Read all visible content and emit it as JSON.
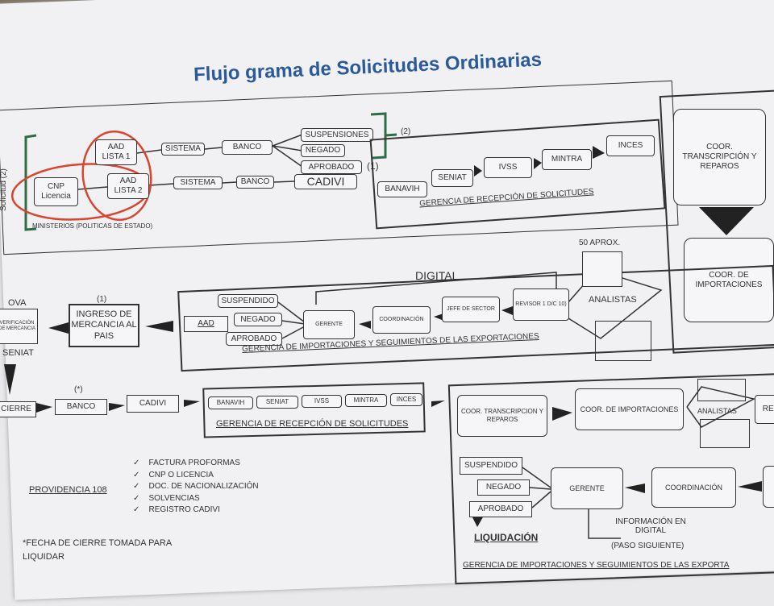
{
  "title": "Flujo grama de Solicitudes Ordinarias",
  "top": {
    "side_label": "Solicitud (2)",
    "ministerios": "MINISTERIOS (POLITICAS DE ESTADO)",
    "cnp": "CNP Licencia",
    "aad1": "AAD LISTA 1",
    "aad2": "AAD LISTA 2",
    "sistema": "SISTEMA",
    "banco": "BANCO",
    "suspensiones": "SUSPENSIONES",
    "negado": "NEGADO",
    "aprobado": "APROBADO",
    "mark1": "(1)",
    "mark2": "(2)",
    "cadivi": "CADIVI"
  },
  "recepcion1": {
    "items": [
      "BANAVIH",
      "SENIAT",
      "IVSS",
      "MINTRA",
      "INCES"
    ],
    "label": "GERENCIA DE RECEPCIÓN DE SOLICITUDES"
  },
  "right": {
    "coor_trans": "COOR. TRANSCRIPCIÓN Y REPAROS",
    "coor_imp": "COOR. DE IMPORTACIONES"
  },
  "middle": {
    "aprox": "50 APROX.",
    "analistas": "ANALISTAS",
    "revisor": "REVISOR 1 D/C 10)",
    "jefe": "JEFE DE SECTOR",
    "coordinacion": "COORDINACIÓN",
    "gerente": "GERENTE",
    "digital": "DIGITAL",
    "suspendido": "SUSPENDIDO",
    "negado": "NEGADO",
    "aprobado": "APROBADO",
    "aad": "AAD",
    "label": "GERENCIA DE IMPORTACIONES Y SEGUIMIENTOS DE LAS EXPORTACIONES"
  },
  "left": {
    "ova": "OVA",
    "verificacion": "VERIFICACIÓN DE MERCANCIA",
    "seniat": "SENIAT",
    "mark": "(1)",
    "ingreso": "INGRESO DE MERCANCIA AL PAIS",
    "cierre": "CIERRE",
    "star": "(*)",
    "banco": "BANCO",
    "cadivi": "CADIVI"
  },
  "recepcion2": {
    "items": [
      "BANAVIH",
      "SENIAT",
      "IVSS",
      "MINTRA",
      "INCES"
    ],
    "label": "GERENCIA DE RECEPCIÓN DE SOLICITUDES"
  },
  "docs": {
    "providencia": "PROVIDENCIA 108",
    "items": [
      "FACTURA PROFORMAS",
      "CNP O LICENCIA",
      "DOC. DE NACIONALIZACIÓN",
      "SOLVENCIAS",
      "REGISTRO CADIVI"
    ],
    "check": "✓",
    "note": "*FECHA DE CIERRE TOMADA PARA LIQUIDAR"
  },
  "bottom": {
    "coor_trans": "COOR. TRANSCRIPCION Y REPAROS",
    "coor_imp": "COOR. DE IMPORTACIONES",
    "analistas": "ANALISTAS",
    "revisor": "REV",
    "suspendido": "SUSPENDIDO",
    "negado": "NEGADO",
    "aprobado": "APROBADO",
    "gerente": "GERENTE",
    "coordinacion": "COORDINACIÓN",
    "liquidacion": "LIQUIDACIÓN",
    "info": "INFORMACIÓN EN DIGITAL",
    "paso": "(PASO SIGUIENTE)",
    "label": "GERENCIA DE IMPORTACIONES Y SEGUIMIENTOS DE LAS EXPORTA"
  },
  "colors": {
    "title": "#2a5a9a",
    "circle": "#d9452e",
    "bracket": "#2f6b44"
  }
}
